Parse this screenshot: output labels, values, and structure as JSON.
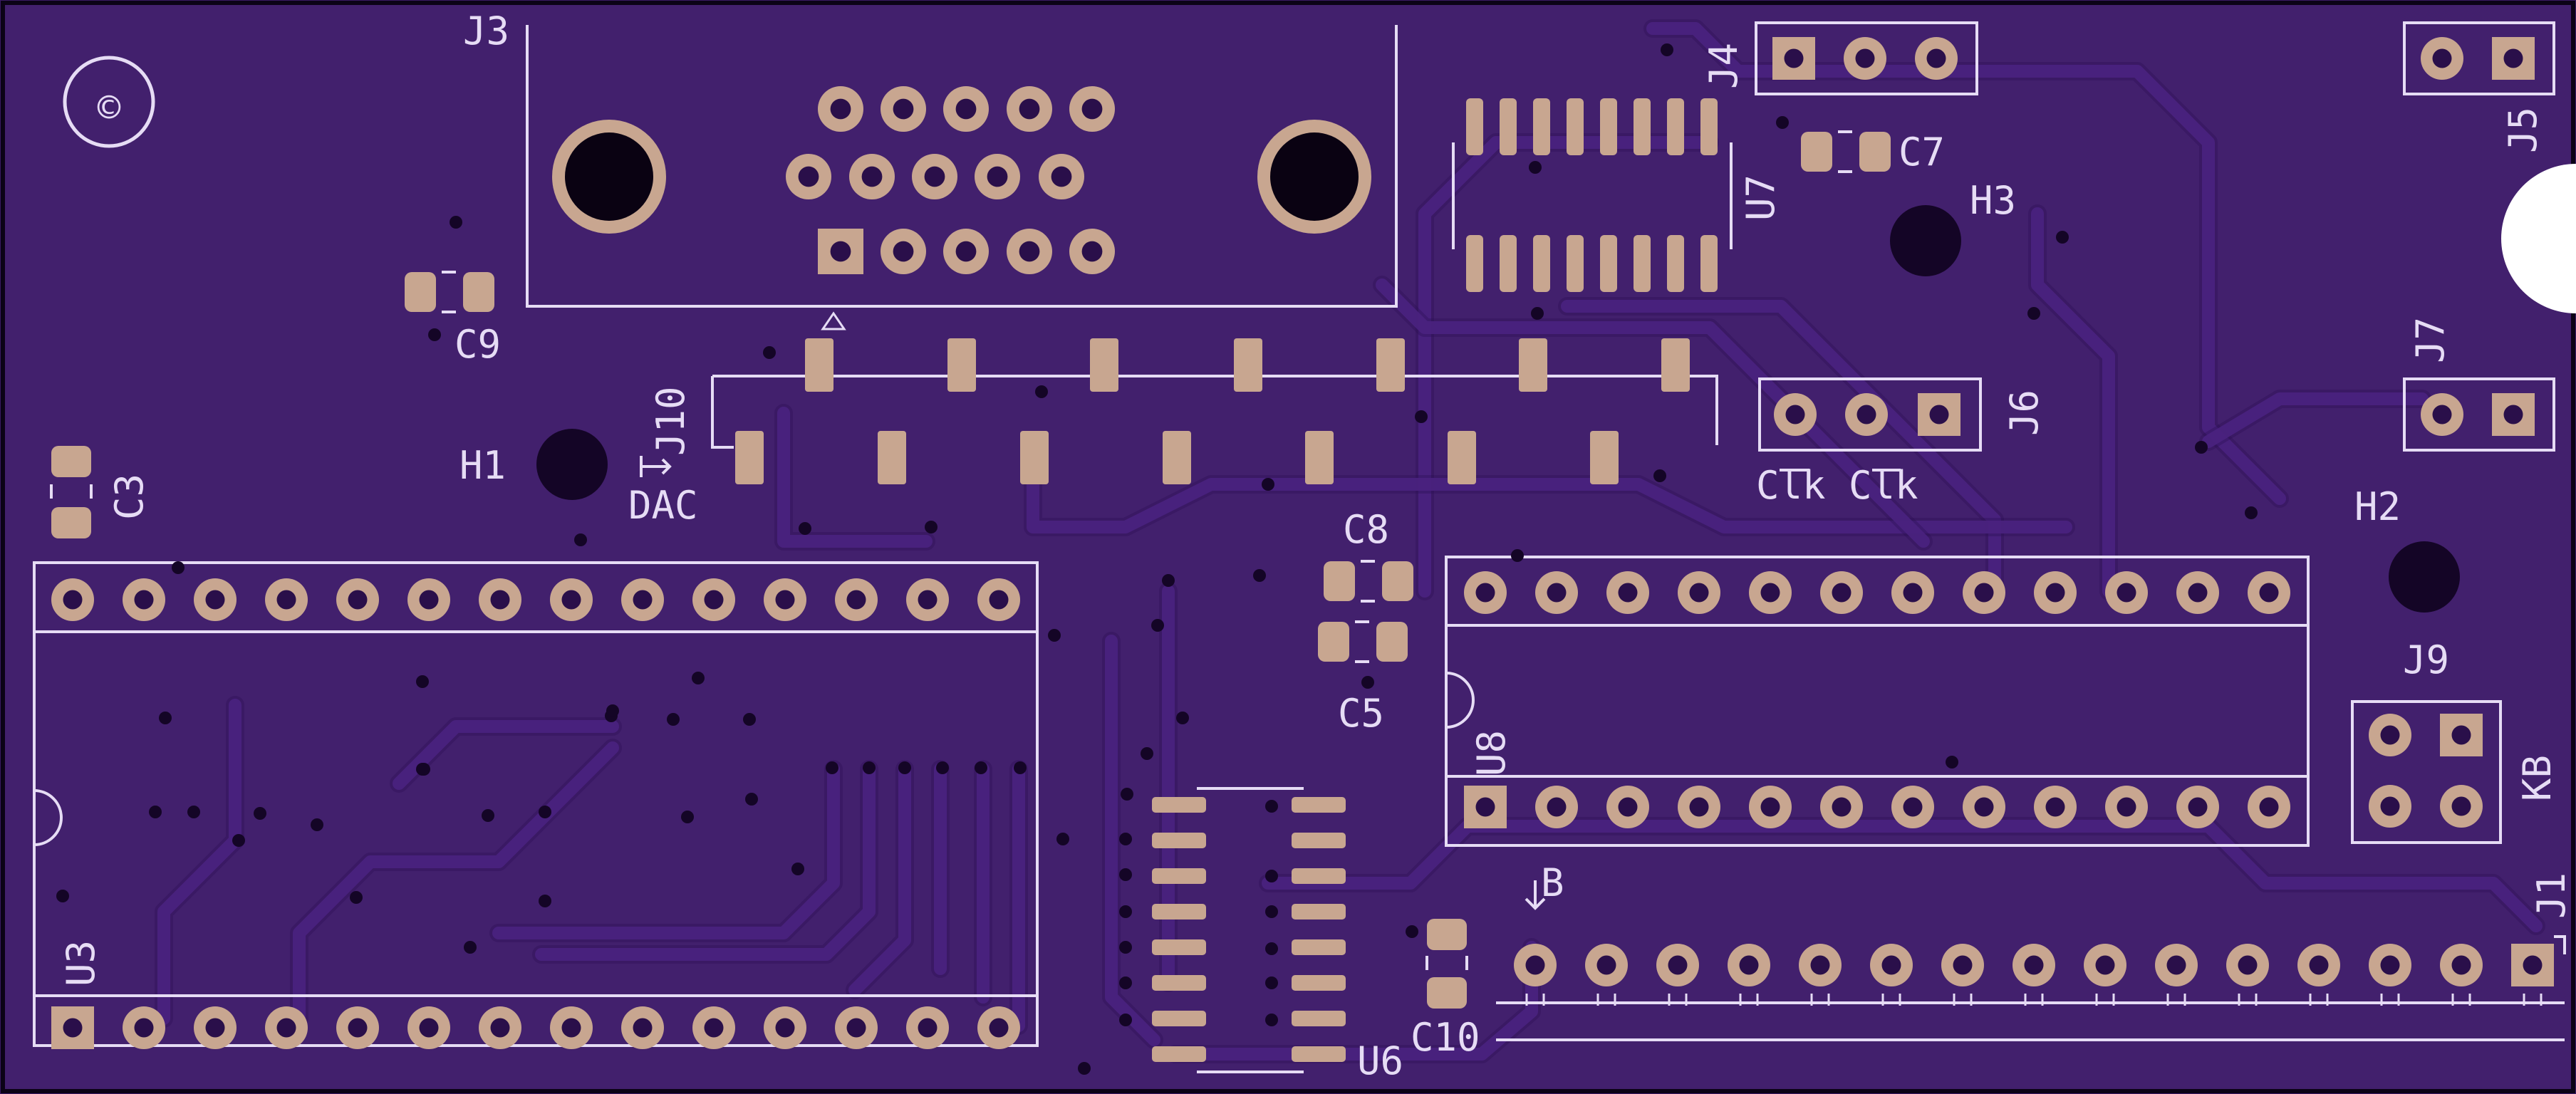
{
  "board": {
    "colors": {
      "substrate": "#3a1a63",
      "copper_pour": "#43206f",
      "silkscreen": "#e6dcf5",
      "pad": "#c8a690",
      "hole": "#140526"
    },
    "copyright_symbol": "©",
    "labels": {
      "J3": "J3",
      "J4": "J4",
      "J5": "J5",
      "J6": "J6",
      "J7": "J7",
      "J9": "J9",
      "J10": "J10",
      "J1": "J1",
      "U3": "U3",
      "U6": "U6",
      "U7": "U7",
      "U8": "U8",
      "C3": "C3",
      "C5": "C5",
      "C7": "C7",
      "C8": "C8",
      "C9": "C9",
      "C10": "C10",
      "H1": "H1",
      "H2": "H2",
      "H3": "H3",
      "DAC": "DAC",
      "Clk1": "Clk",
      "Clk2": "Clk",
      "KB": "KB",
      "B": "B"
    }
  }
}
